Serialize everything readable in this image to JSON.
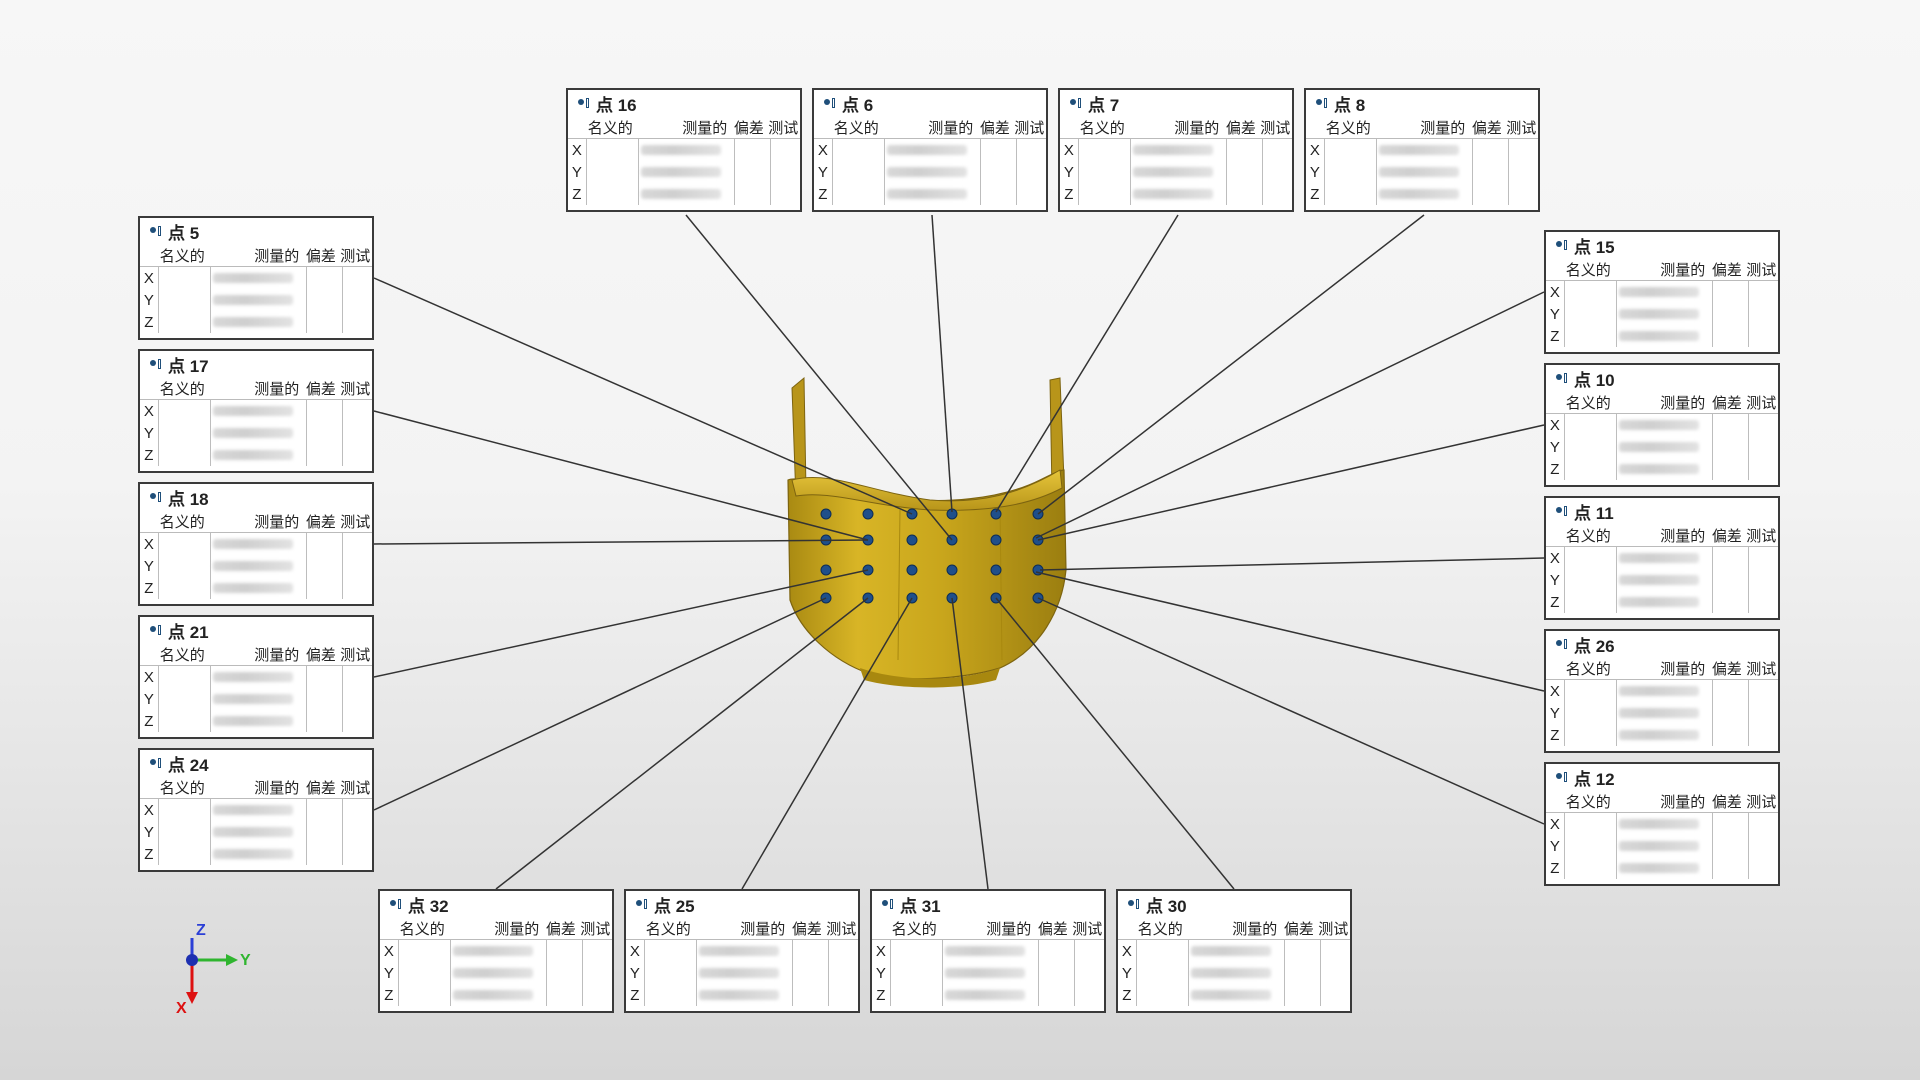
{
  "headers": {
    "nominal": "名义的",
    "measured": "测量的",
    "deviation": "偏差",
    "test": "测试"
  },
  "row_labels": [
    "X",
    "Y",
    "Z"
  ],
  "panels": [
    {
      "title": "点 16"
    },
    {
      "title": "点 6"
    },
    {
      "title": "点 7"
    },
    {
      "title": "点 8"
    },
    {
      "title": "点 5"
    },
    {
      "title": "点 17"
    },
    {
      "title": "点 18"
    },
    {
      "title": "点 21"
    },
    {
      "title": "点 24"
    },
    {
      "title": "点 15"
    },
    {
      "title": "点 10"
    },
    {
      "title": "点 11"
    },
    {
      "title": "点 26"
    },
    {
      "title": "点 12"
    },
    {
      "title": "点 32"
    },
    {
      "title": "点 25"
    },
    {
      "title": "点 31"
    },
    {
      "title": "点 30"
    }
  ],
  "axis_triad": {
    "z": "Z",
    "y": "Y",
    "x": "X"
  },
  "colors": {
    "part": "#c9a61c",
    "part_dark": "#8c7010",
    "points": "#1f4f8a",
    "leader": "#444444"
  }
}
